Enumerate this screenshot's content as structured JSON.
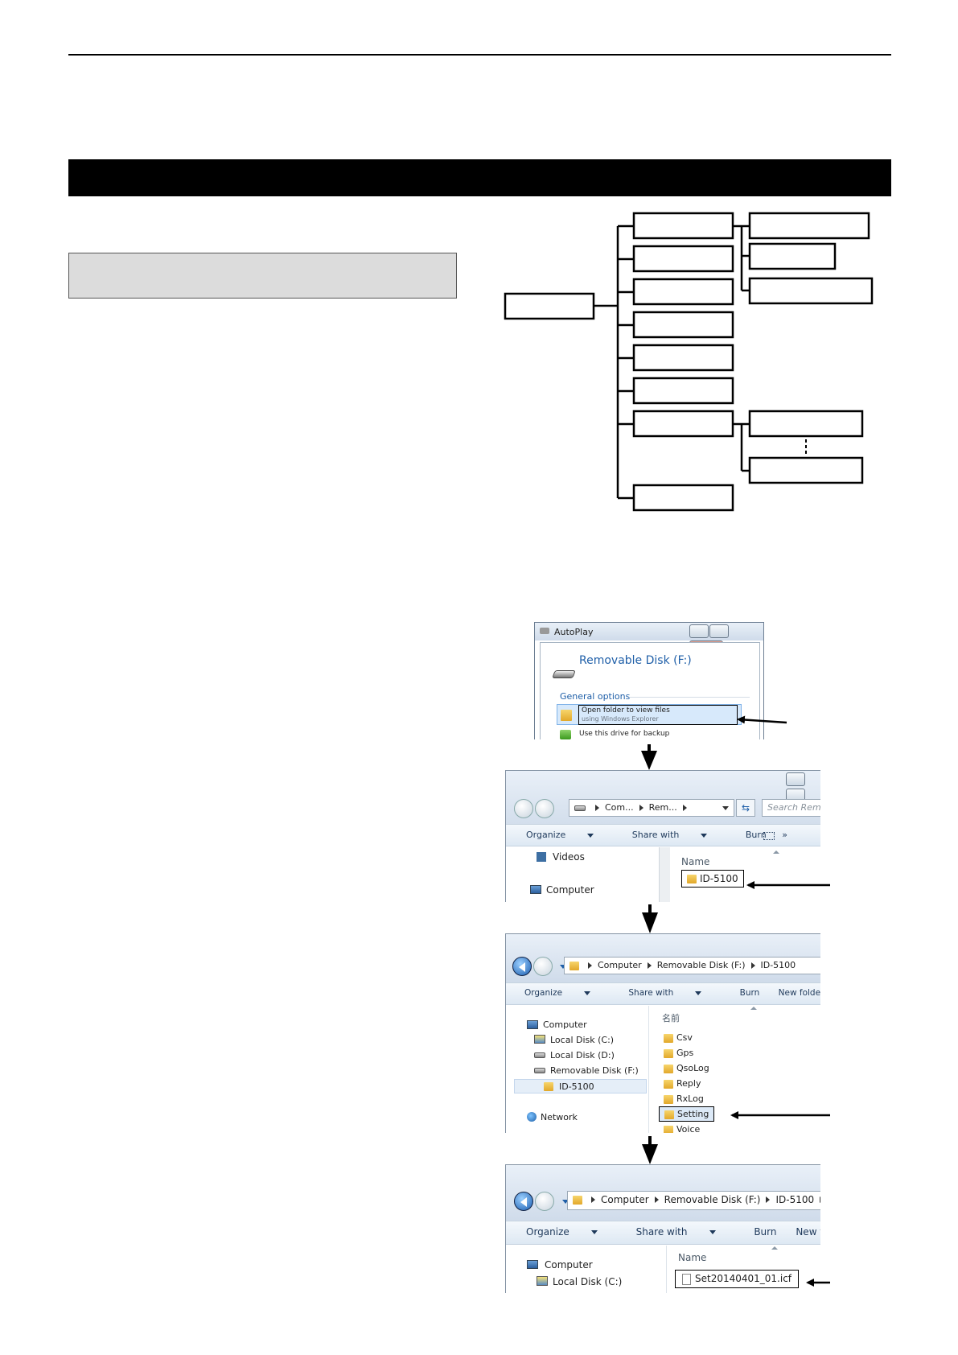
{
  "autoplay": {
    "title": "AutoPlay",
    "device": "Removable Disk (F:)",
    "section": "General options",
    "option1_title": "Open folder to view files",
    "option1_sub": "using Windows Explorer",
    "option2": "Use this drive for backup"
  },
  "explorer1": {
    "crumb1": "Com...",
    "crumb2": "Rem...",
    "search_placeholder": "Search Remo",
    "organize": "Organize",
    "share_with": "Share with",
    "burn": "Burn",
    "more": "»",
    "col_name": "Name",
    "nav_videos": "Videos",
    "nav_computer": "Computer",
    "folder": "ID-5100"
  },
  "explorer2": {
    "crumb1": "Computer",
    "crumb2": "Removable Disk (F:)",
    "crumb3": "ID-5100",
    "organize": "Organize",
    "share_with": "Share with",
    "burn": "Burn",
    "new_folder": "New folder",
    "col_name": "名前",
    "nav": [
      "Computer",
      "Local Disk (C:)",
      "Local Disk (D:)",
      "Removable Disk (F:)",
      "ID-5100",
      "Network"
    ],
    "folders": [
      "Csv",
      "Gps",
      "QsoLog",
      "Reply",
      "RxLog",
      "Setting",
      "Voice"
    ]
  },
  "explorer3": {
    "crumb1": "Computer",
    "crumb2": "Removable Disk (F:)",
    "crumb3": "ID-5100",
    "organize": "Organize",
    "share_with": "Share with",
    "burn": "Burn",
    "new_folder": "New folder",
    "col_name": "Name",
    "nav_computer": "Computer",
    "nav_local_c": "Local Disk (C:)",
    "file": "Set20140401_01.icf"
  }
}
